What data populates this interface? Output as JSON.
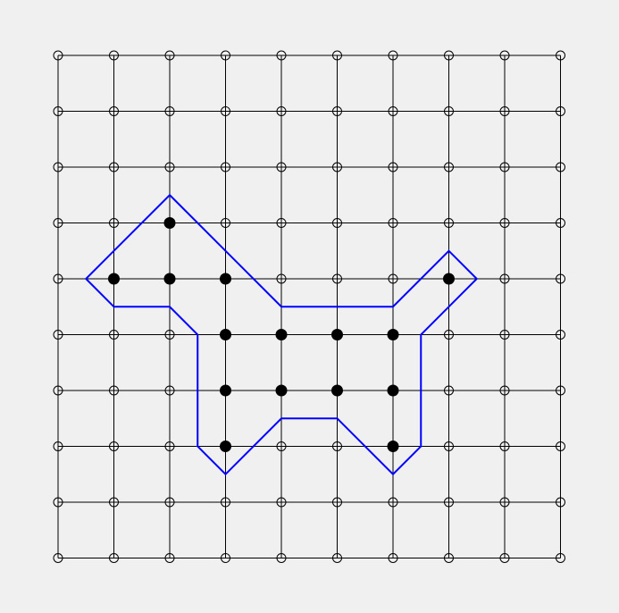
{
  "diagram": {
    "grid": {
      "columns": 10,
      "rows": 10,
      "line_color": "#000000",
      "vertex_marker": "open-circle",
      "background_color": "#f0f0f0"
    },
    "filled_points": [
      {
        "col": 2,
        "row": 3
      },
      {
        "col": 1,
        "row": 4
      },
      {
        "col": 2,
        "row": 4
      },
      {
        "col": 3,
        "row": 4
      },
      {
        "col": 7,
        "row": 4
      },
      {
        "col": 3,
        "row": 5
      },
      {
        "col": 4,
        "row": 5
      },
      {
        "col": 5,
        "row": 5
      },
      {
        "col": 6,
        "row": 5
      },
      {
        "col": 3,
        "row": 6
      },
      {
        "col": 4,
        "row": 6
      },
      {
        "col": 5,
        "row": 6
      },
      {
        "col": 6,
        "row": 6
      },
      {
        "col": 3,
        "row": 7
      },
      {
        "col": 6,
        "row": 7
      }
    ],
    "outline": {
      "color": "#0000ff",
      "vertices": [
        [
          2,
          2.5
        ],
        [
          4,
          4.5
        ],
        [
          6,
          4.5
        ],
        [
          7,
          3.5
        ],
        [
          7.5,
          4
        ],
        [
          6.5,
          5
        ],
        [
          6.5,
          7
        ],
        [
          6,
          7.5
        ],
        [
          5,
          6.5
        ],
        [
          4,
          6.5
        ],
        [
          3,
          7.5
        ],
        [
          2.5,
          7
        ],
        [
          2.5,
          5
        ],
        [
          2,
          4.5
        ],
        [
          1,
          4.5
        ],
        [
          0.5,
          4
        ]
      ]
    },
    "filled_point_color": "#000000"
  }
}
